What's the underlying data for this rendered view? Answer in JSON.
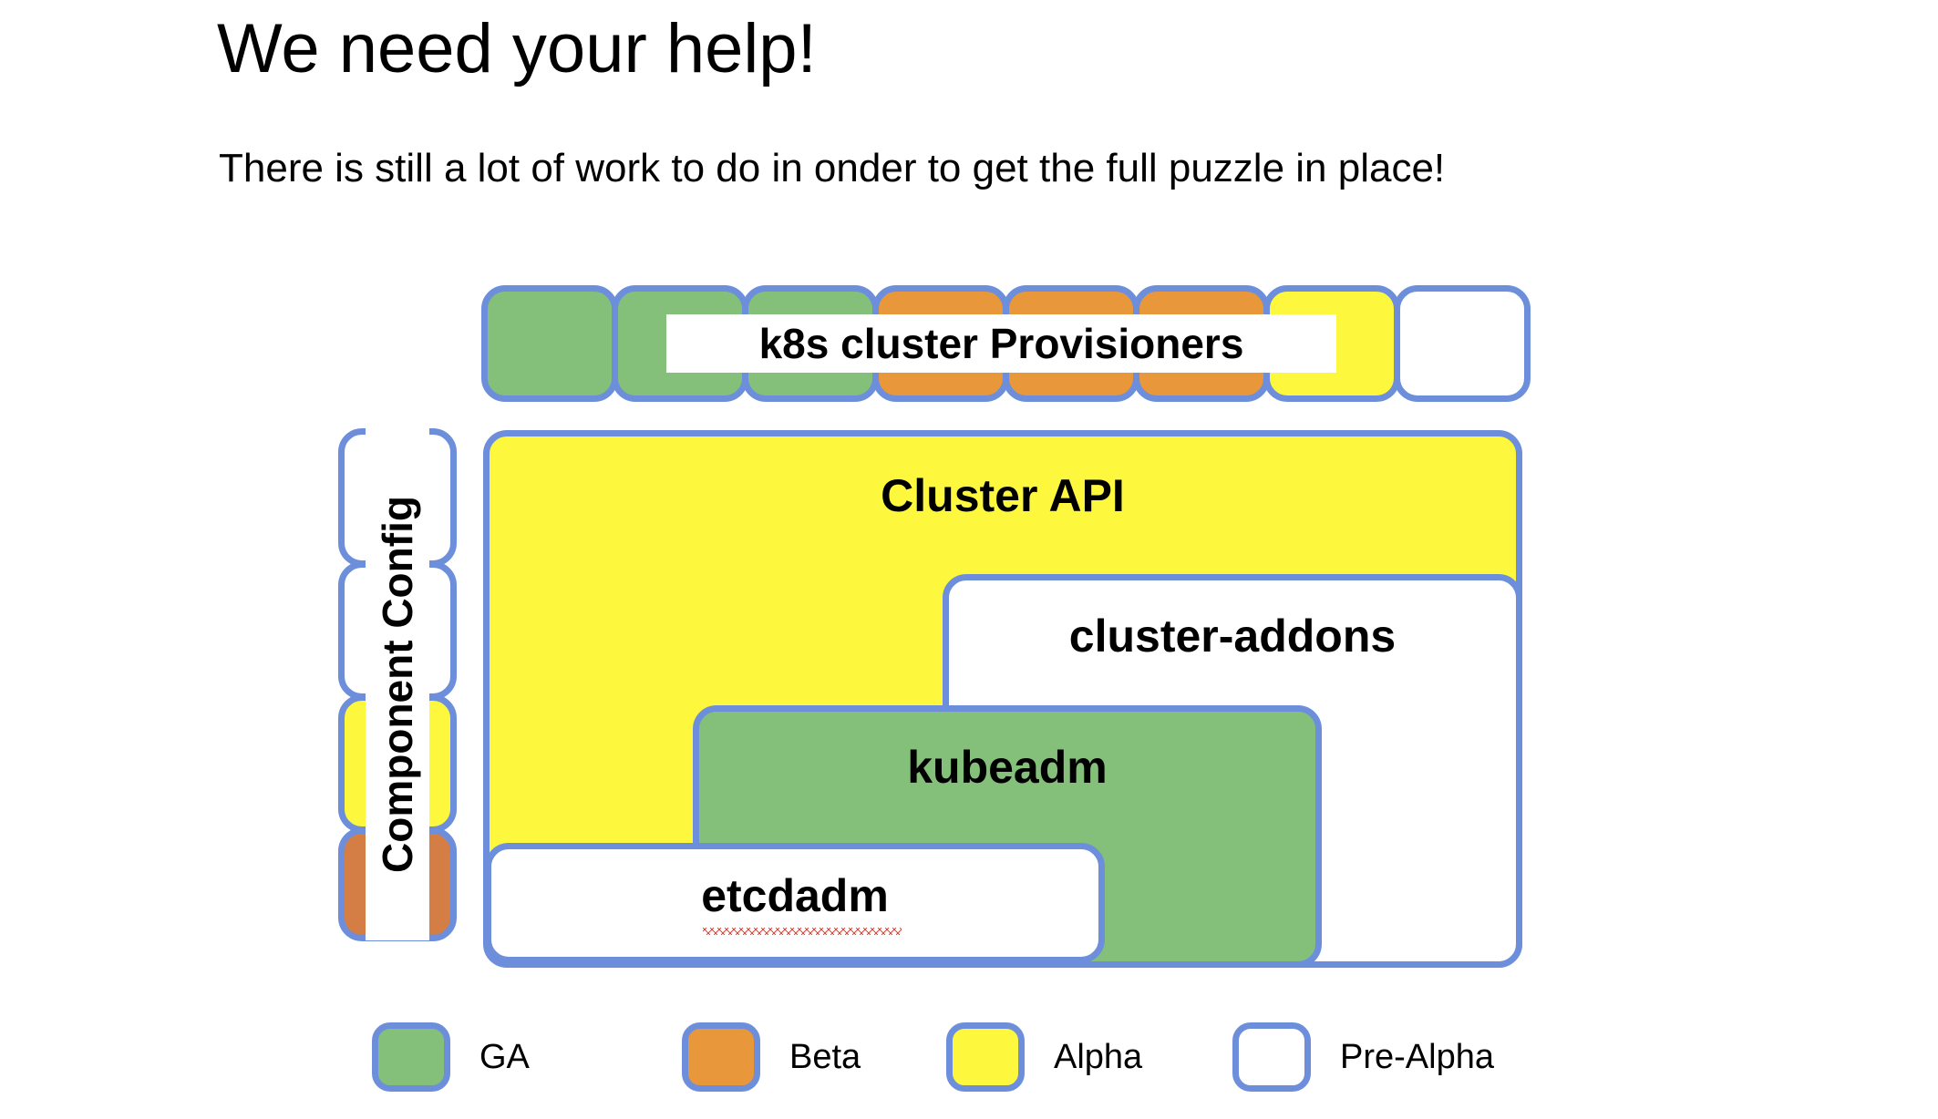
{
  "slide": {
    "title": "We need your help!",
    "subtitle": "There is still a lot of work to do in onder to get the full puzzle in place!"
  },
  "provisioners": {
    "label": "k8s cluster Provisioners",
    "boxes": [
      {
        "status": "GA",
        "color": "#85c07a"
      },
      {
        "status": "GA",
        "color": "#85c07a"
      },
      {
        "status": "GA",
        "color": "#85c07a"
      },
      {
        "status": "Beta",
        "color": "#e8973b"
      },
      {
        "status": "Beta",
        "color": "#e8973b"
      },
      {
        "status": "Beta",
        "color": "#e8973b"
      },
      {
        "status": "Alpha",
        "color": "#fdf83d"
      },
      {
        "status": "Pre-Alpha",
        "color": "#ffffff"
      }
    ]
  },
  "component_config": {
    "label": "Component Config",
    "boxes": [
      {
        "status": "Pre-Alpha",
        "color": "#ffffff"
      },
      {
        "status": "Pre-Alpha",
        "color": "#ffffff"
      },
      {
        "status": "Alpha",
        "color": "#fdf83d"
      },
      {
        "status": "Beta",
        "color": "#d47d45"
      }
    ]
  },
  "stack": {
    "cluster_api": {
      "label": "Cluster API",
      "status": "Alpha",
      "color": "#fdf83d"
    },
    "cluster_addons": {
      "label": "cluster-addons",
      "status": "Pre-Alpha",
      "color": "#ffffff"
    },
    "kubeadm": {
      "label": "kubeadm",
      "status": "GA",
      "color": "#85c07a"
    },
    "etcdadm": {
      "label": "etcdadm",
      "status": "Pre-Alpha",
      "color": "#ffffff",
      "misspelled": true
    }
  },
  "legend": {
    "items": [
      {
        "label": "GA",
        "color": "#85c07a"
      },
      {
        "label": "Beta",
        "color": "#e8973b"
      },
      {
        "label": "Alpha",
        "color": "#fdf83d"
      },
      {
        "label": "Pre-Alpha",
        "color": "#ffffff"
      }
    ]
  },
  "colors": {
    "border": "#6d8fdb",
    "ga": "#85c07a",
    "beta": "#e8973b",
    "alpha": "#fdf83d",
    "prealpha": "#ffffff",
    "background": "#ffffff",
    "text": "#000000",
    "spellcheck": "#e04a3f"
  }
}
